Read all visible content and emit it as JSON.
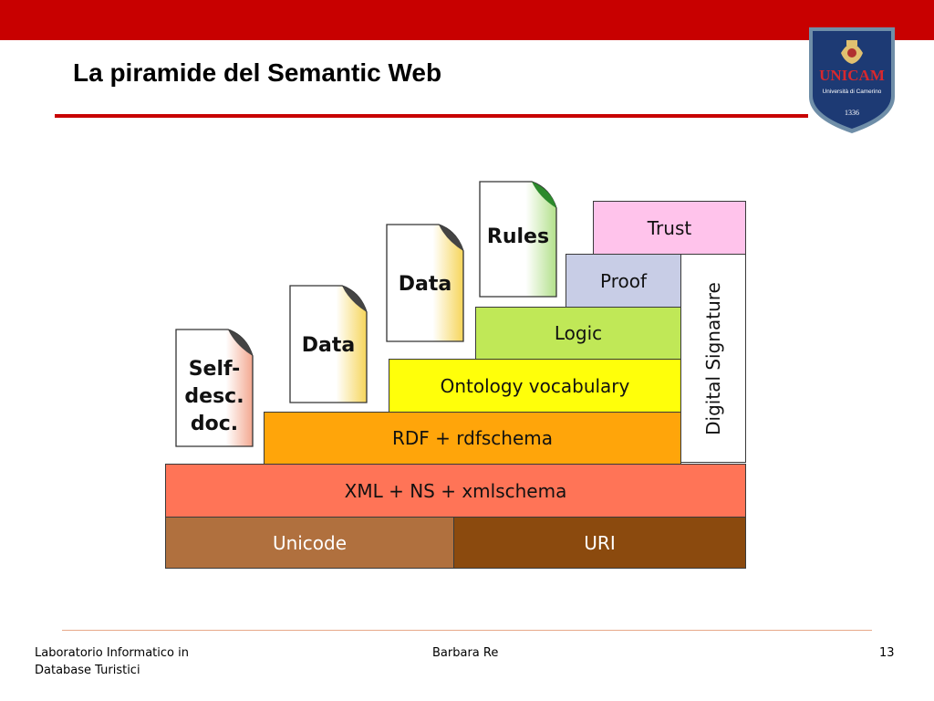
{
  "slide": {
    "title": "La piramide del Semantic Web"
  },
  "logo": {
    "name": "UNICAM",
    "subtitle": "Università di Camerino",
    "year": "1336"
  },
  "diagram": {
    "layers": {
      "unicode": "Unicode",
      "uri": "URI",
      "xml": "XML + NS + xmlschema",
      "rdf": "RDF + rdfschema",
      "ontology": "Ontology vocabulary",
      "logic": "Logic",
      "proof": "Proof",
      "trust": "Trust"
    },
    "signature": "Digital Signature",
    "docs": {
      "selfdesc": [
        "Self-",
        "desc.",
        "doc."
      ],
      "data1": "Data",
      "data2": "Data",
      "rules": "Rules"
    },
    "colors": {
      "unicode": "#b0703e",
      "uri": "#8b4a0e",
      "xml": "#ff7457",
      "rdf": "#ffa50a",
      "ontology": "#ffff0a",
      "logic": "#c0e857",
      "proof": "#c8cde6",
      "trust": "#ffc3eb"
    }
  },
  "footer": {
    "course_line1": "Laboratorio Informatico in",
    "course_line2": "Database Turistici",
    "author": "Barbara Re",
    "page": "13"
  }
}
